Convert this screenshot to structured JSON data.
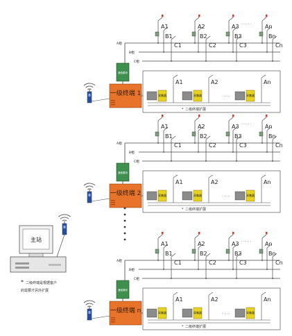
{
  "master": {
    "label": "主站"
  },
  "bottom_note": {
    "star": "*",
    "line1": "二级终端是根据客户",
    "line2": "的需要才另外扩展"
  },
  "vertical_dots": "•",
  "blocks": [
    {
      "phases": [
        "A相",
        "B相",
        "C相"
      ],
      "a_labels": [
        "A1",
        "A2",
        "A3",
        "An"
      ],
      "b_labels": [
        "B1",
        "B2",
        "B3",
        "Bn"
      ],
      "c_labels": [
        "C1",
        "C2",
        "C3",
        "Cn"
      ],
      "dots": "· · · · · ·",
      "terminal_label": "一级终端 1",
      "module_label": "通信模块",
      "sub": {
        "meters": [
          "A1",
          "A2",
          "An"
        ],
        "dev_label": "采集器",
        "note": "二级终端扩展",
        "star": "*",
        "dots": "· · · · ·"
      }
    },
    {
      "phases": [
        "A相",
        "B相",
        "C相"
      ],
      "a_labels": [
        "A1",
        "A2",
        "A3",
        "An"
      ],
      "b_labels": [
        "B1",
        "B2",
        "B3",
        "Bn"
      ],
      "c_labels": [
        "C1",
        "C2",
        "C3",
        "Cn"
      ],
      "dots": "· · · · · ·",
      "terminal_label": "一级终端 2",
      "module_label": "通信模块",
      "sub": {
        "meters": [
          "A1",
          "A2",
          "An"
        ],
        "dev_label": "采集器",
        "note": "二级终端扩展",
        "star": "*",
        "dots": "· · · · ·"
      }
    },
    {
      "phases": [
        "A相",
        "B相",
        "C相"
      ],
      "a_labels": [
        "A1",
        "A2",
        "A3",
        "An"
      ],
      "b_labels": [
        "B1",
        "B2",
        "B3",
        "Bn"
      ],
      "c_labels": [
        "C1",
        "C2",
        "C3",
        "Cn"
      ],
      "dots": "· · · · · ·",
      "terminal_label": "一级终端 n",
      "module_label": "通信模块",
      "sub": {
        "meters": [
          "A1",
          "A2",
          "An"
        ],
        "dev_label": "采集器",
        "note": "二级终端扩展",
        "star": "*",
        "dots": "· · · · ·"
      }
    }
  ],
  "colors": {
    "terminal": "#e8732a",
    "module": "#3f8f4f",
    "star": "#d23a2a",
    "collector": "#e7d21f",
    "meter": "#8b8b8b",
    "line": "#555555",
    "antenna": "#2a4f9a"
  }
}
